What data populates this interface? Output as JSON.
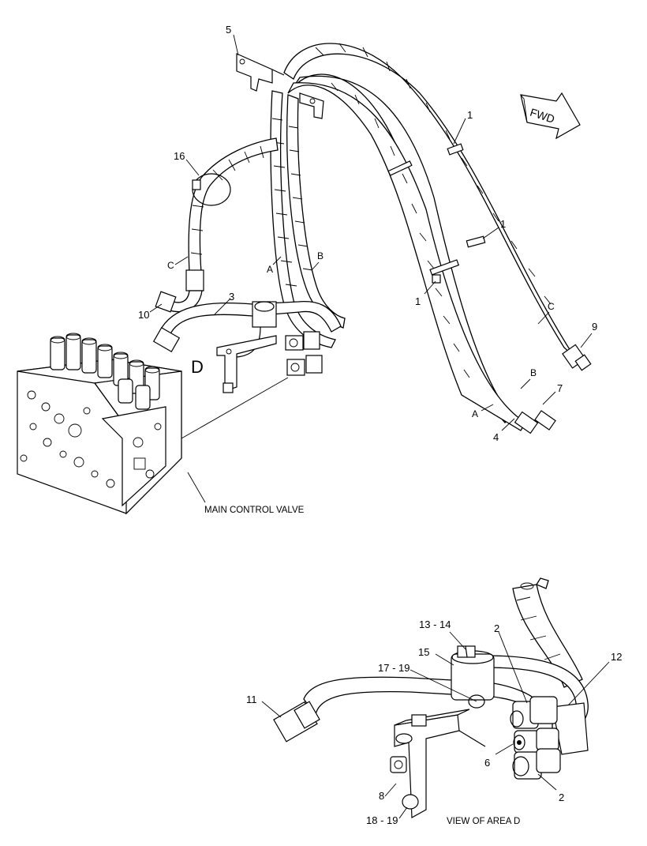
{
  "callouts": {
    "c1a": "1",
    "c1b": "1",
    "c1c": "1",
    "c2a": "2",
    "c2b": "2",
    "c3": "3",
    "c4": "4",
    "c5": "5",
    "c6": "6",
    "c7": "7",
    "c8": "8",
    "c9": "9",
    "c10": "10",
    "c11": "11",
    "c12": "12",
    "c13_14": "13 - 14",
    "c15": "15",
    "c16": "16",
    "c17_19": "17 - 19",
    "c18_19": "18 - 19"
  },
  "hose_letters": {
    "a1": "A",
    "b1": "B",
    "c1": "C",
    "a2": "A",
    "b2": "B",
    "c2": "C"
  },
  "labels": {
    "area_marker": "D",
    "fwd": "FWD",
    "main_control_valve": "MAIN CONTROL VALVE",
    "view_of_area_d": "VIEW OF AREA D"
  }
}
